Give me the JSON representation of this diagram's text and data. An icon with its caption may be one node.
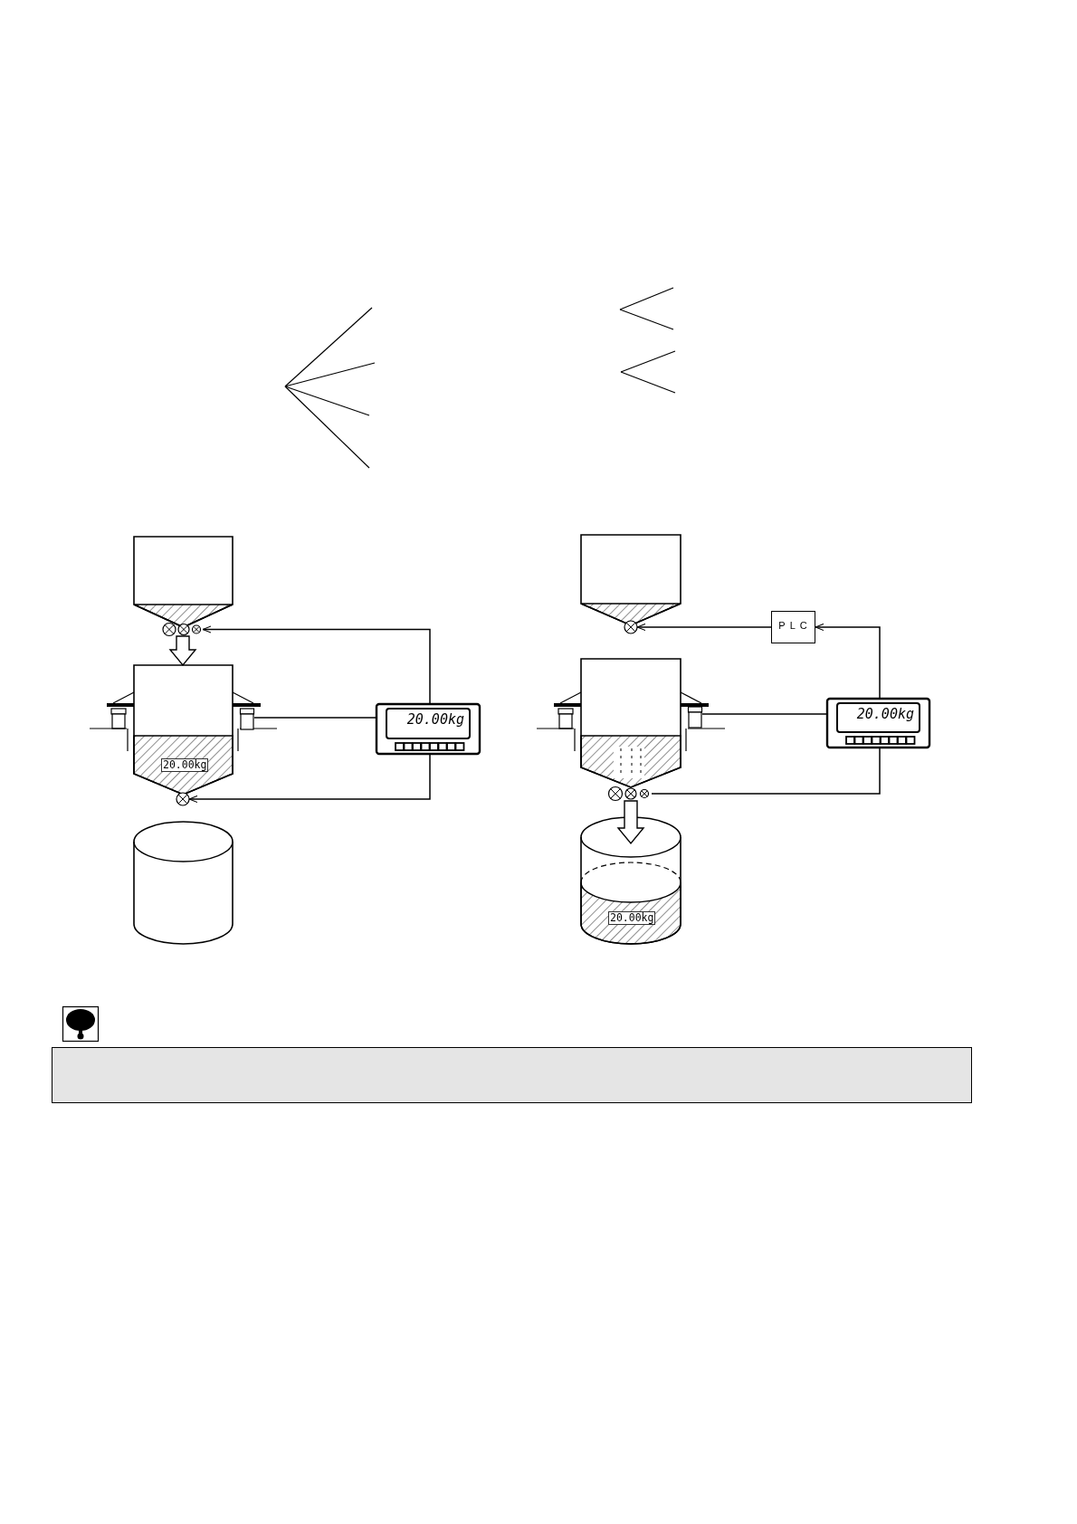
{
  "diagram": {
    "nodes": [
      {
        "text": [],
        "shape": "hopper"
      },
      {
        "text": [],
        "shape": "valve"
      },
      {
        "text": [
          "20.00kg"
        ]
      },
      {
        "text": [],
        "shape": "valve"
      },
      {
        "text": [
          "20.00kg"
        ]
      },
      {
        "text": [],
        "shape": "cylinder"
      },
      {
        "text": [],
        "shape": "box"
      },
      {
        "text": [],
        "shape": "hopper"
      },
      {
        "text": [],
        "shape": "valve"
      },
      {
        "text": [
          "PLC"
        ]
      },
      {
        "text": [],
        "shape": "hopper"
      },
      {
        "text": [],
        "shape": "valve"
      },
      {
        "text": [
          "20.00kg"
        ]
      },
      {
        "text": [],
        "shape": "box"
      },
      {
        "text": [
          "20.00kg"
        ]
      }
    ],
    "edges": [
      {
        "from": 4,
        "to": 1,
        "arrow": "to"
      },
      {
        "from": 4,
        "to": 3,
        "arrow": "to"
      },
      {
        "from": 6,
        "to": 4,
        "arrow": "none"
      },
      {
        "from": 1,
        "to": 2,
        "arrow": "to",
        "style": "thick"
      },
      {
        "from": 12,
        "to": 9,
        "arrow": "to"
      },
      {
        "from": 9,
        "to": 8,
        "arrow": "to"
      },
      {
        "from": 12,
        "to": 11,
        "arrow": "none"
      },
      {
        "from": 13,
        "to": 12,
        "arrow": "none"
      },
      {
        "from": 11,
        "to": 14,
        "arrow": "to",
        "style": "thick"
      }
    ]
  }
}
